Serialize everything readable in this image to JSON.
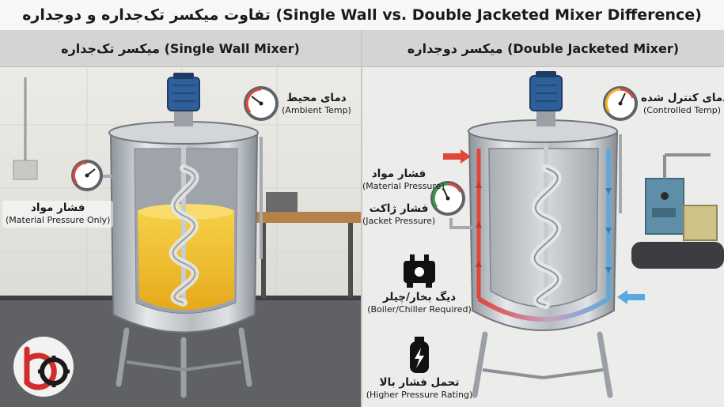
{
  "title": "تفاوت میکسر تک‌جداره و دوجداره (Single Wall vs. Double Jacketed Mixer Difference)",
  "left": {
    "header": "میکسر تک‌جداره (Single Wall Mixer)",
    "ambient_fa": "دمای محیط",
    "ambient_en": "(Ambient Temp)",
    "pressure_fa": "فشار مواد",
    "pressure_en": "(Material Pressure Only)"
  },
  "right": {
    "header": "میکسر دوجداره (Double Jacketed Mixer)",
    "controlled_fa": "دمای کنترل شده",
    "controlled_en": "(Controlled Temp)",
    "material_fa": "فشار مواد",
    "material_en": "(Material Pressure)",
    "jacket_fa": "فشار ژاکت",
    "jacket_en": "(Jacket Pressure)",
    "boiler_fa": "دیگ بخار/چیلر",
    "boiler_en": "(Boiler/Chiller Required)",
    "rating_fa": "تحمل فشار بالا",
    "rating_en": "(Higher Pressure Rating)"
  },
  "colors": {
    "hot": "#e0463a",
    "cold": "#5aa8e0",
    "steel": "#b9bec3",
    "liquid": "#f2c232",
    "motor": "#2f5f9a",
    "logo": "#d22d2d"
  },
  "icons": [
    "gauge-icon",
    "boiler-icon",
    "gas-cylinder-icon",
    "motor-icon",
    "logo-icon"
  ]
}
